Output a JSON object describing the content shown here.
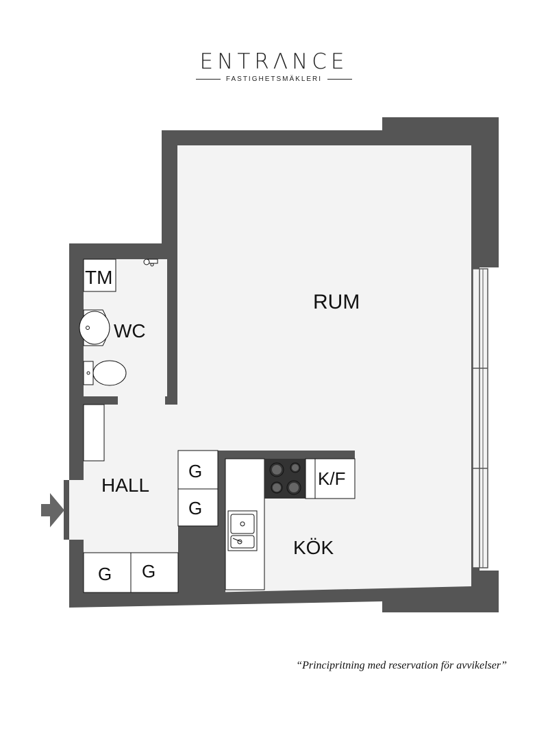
{
  "logo": {
    "title": "ENTRΛNCE",
    "subtitle": "FASTIGHETSMÄKLERI"
  },
  "rooms": {
    "rum": "RUM",
    "wc": "WC",
    "tm": "TM",
    "hall": "HALL",
    "kok": "KÖK",
    "kf": "K/F",
    "closet_1": "G",
    "closet_2": "G",
    "closet_3": "G",
    "closet_4": "G"
  },
  "colors": {
    "wall": "#555555",
    "floor": "#f3f3f3",
    "fixture": "#ffffff",
    "arrow": "#666666"
  },
  "icons": {
    "entrance": "arrow-right-icon",
    "stove": "stove-icon",
    "sink": "sink-icon",
    "toilet": "toilet-icon",
    "basin": "washbasin-icon",
    "tap": "tap-icon"
  },
  "disclaimer": "“Principritning med reservation för avvikelser”"
}
